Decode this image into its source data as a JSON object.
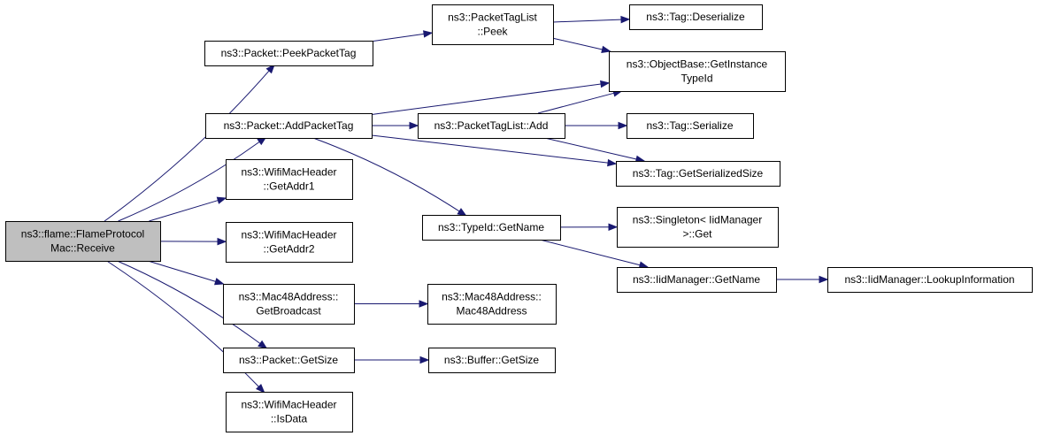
{
  "graph": {
    "root": "n_receive",
    "nodes": [
      {
        "id": "n_receive",
        "name": "node-flame-protocol-mac-receive",
        "lines": [
          "ns3::flame::FlameProtocol",
          "Mac::Receive"
        ],
        "root": true
      },
      {
        "id": "n_peekpackettag",
        "name": "node-packet-peekpackettag",
        "lines": [
          "ns3::Packet::PeekPacketTag"
        ]
      },
      {
        "id": "n_addpackettag",
        "name": "node-packet-addpackettag",
        "lines": [
          "ns3::Packet::AddPacketTag"
        ]
      },
      {
        "id": "n_getaddr1",
        "name": "node-wifimacheader-getaddr1",
        "lines": [
          "ns3::WifiMacHeader",
          "::GetAddr1"
        ]
      },
      {
        "id": "n_getaddr2",
        "name": "node-wifimacheader-getaddr2",
        "lines": [
          "ns3::WifiMacHeader",
          "::GetAddr2"
        ]
      },
      {
        "id": "n_getbroadcast",
        "name": "node-mac48address-getbroadcast",
        "lines": [
          "ns3::Mac48Address::",
          "GetBroadcast"
        ]
      },
      {
        "id": "n_packetgetsize",
        "name": "node-packet-getsize",
        "lines": [
          "ns3::Packet::GetSize"
        ]
      },
      {
        "id": "n_isdata",
        "name": "node-wifimacheader-isdata",
        "lines": [
          "ns3::WifiMacHeader",
          "::IsData"
        ]
      },
      {
        "id": "n_taglistpeek",
        "name": "node-packettaglist-peek",
        "lines": [
          "ns3::PacketTagList",
          "::Peek"
        ]
      },
      {
        "id": "n_taglistadd",
        "name": "node-packettaglist-add",
        "lines": [
          "ns3::PacketTagList::Add"
        ]
      },
      {
        "id": "n_typeidgetname",
        "name": "node-typeid-getname",
        "lines": [
          "ns3::TypeId::GetName"
        ]
      },
      {
        "id": "n_mac48ctor",
        "name": "node-mac48address-constructor",
        "lines": [
          "ns3::Mac48Address::",
          "Mac48Address"
        ]
      },
      {
        "id": "n_buffergetsize",
        "name": "node-buffer-getsize",
        "lines": [
          "ns3::Buffer::GetSize"
        ]
      },
      {
        "id": "n_tagdeserialize",
        "name": "node-tag-deserialize",
        "lines": [
          "ns3::Tag::Deserialize"
        ]
      },
      {
        "id": "n_getinstancetypeid",
        "name": "node-objectbase-getinstancetypeid",
        "lines": [
          "ns3::ObjectBase::GetInstance",
          "TypeId"
        ]
      },
      {
        "id": "n_tagserialize",
        "name": "node-tag-serialize",
        "lines": [
          "ns3::Tag::Serialize"
        ]
      },
      {
        "id": "n_taggetserializedsize",
        "name": "node-tag-getserializedsize",
        "lines": [
          "ns3::Tag::GetSerializedSize"
        ]
      },
      {
        "id": "n_singletonget",
        "name": "node-singleton-iidmanager-get",
        "lines": [
          "ns3::Singleton< IidManager",
          ">::Get"
        ]
      },
      {
        "id": "n_iidgetname",
        "name": "node-iidmanager-getname",
        "lines": [
          "ns3::IidManager::GetName"
        ]
      },
      {
        "id": "n_lookupinformation",
        "name": "node-iidmanager-lookupinformation",
        "lines": [
          "ns3::IidManager::LookupInformation"
        ]
      }
    ],
    "edges": [
      {
        "from": "n_receive",
        "to": "n_peekpackettag"
      },
      {
        "from": "n_receive",
        "to": "n_addpackettag"
      },
      {
        "from": "n_receive",
        "to": "n_getaddr1"
      },
      {
        "from": "n_receive",
        "to": "n_getaddr2"
      },
      {
        "from": "n_receive",
        "to": "n_getbroadcast"
      },
      {
        "from": "n_receive",
        "to": "n_packetgetsize"
      },
      {
        "from": "n_receive",
        "to": "n_isdata"
      },
      {
        "from": "n_peekpackettag",
        "to": "n_taglistpeek"
      },
      {
        "from": "n_taglistpeek",
        "to": "n_tagdeserialize"
      },
      {
        "from": "n_taglistpeek",
        "to": "n_getinstancetypeid"
      },
      {
        "from": "n_addpackettag",
        "to": "n_getinstancetypeid"
      },
      {
        "from": "n_addpackettag",
        "to": "n_taglistadd"
      },
      {
        "from": "n_addpackettag",
        "to": "n_taggetserializedsize"
      },
      {
        "from": "n_addpackettag",
        "to": "n_typeidgetname"
      },
      {
        "from": "n_taglistadd",
        "to": "n_getinstancetypeid"
      },
      {
        "from": "n_taglistadd",
        "to": "n_tagserialize"
      },
      {
        "from": "n_taglistadd",
        "to": "n_taggetserializedsize"
      },
      {
        "from": "n_typeidgetname",
        "to": "n_singletonget"
      },
      {
        "from": "n_typeidgetname",
        "to": "n_iidgetname"
      },
      {
        "from": "n_iidgetname",
        "to": "n_lookupinformation"
      },
      {
        "from": "n_getbroadcast",
        "to": "n_mac48ctor"
      },
      {
        "from": "n_packetgetsize",
        "to": "n_buffergetsize"
      }
    ]
  },
  "colors": {
    "edge": "#191970",
    "root_fill": "#bfbfbf",
    "node_fill": "#ffffff",
    "node_border": "#000000"
  }
}
